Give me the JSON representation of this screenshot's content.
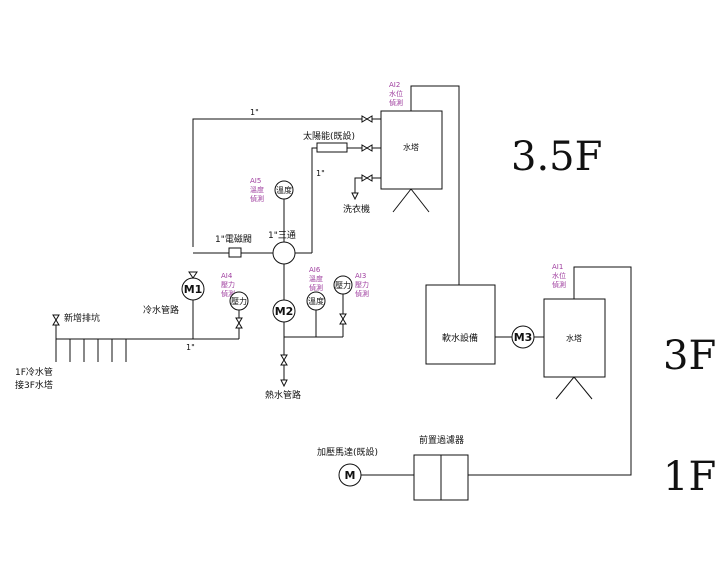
{
  "floors": {
    "f35": "3.5F",
    "f3": "3F",
    "f1": "1F"
  },
  "pipe_sizes": {
    "top_line": "1\"",
    "solar_line": "1\"",
    "bottom_line": "1\""
  },
  "labels": {
    "solar": "太陽能(既設)",
    "tower_top": "水塔",
    "washer": "洗衣機",
    "solenoid": "1\"電磁閥",
    "tee": "1\"三通",
    "cold_pipe": "冷水管路",
    "new_trough": "新增排坑",
    "inlet_line1": "1F冷水管",
    "inlet_line2": "接3F水塔",
    "hot_pipe": "熱水管路",
    "softener": "軟水設備",
    "tower_3f": "水塔",
    "booster": "加壓馬達(既設)",
    "prefilter": "前置過濾器"
  },
  "sensors": {
    "ai2": [
      "AI2",
      "水位",
      "偵測"
    ],
    "ai5": [
      "AI5",
      "溫度",
      "偵測"
    ],
    "ai4": [
      "AI4",
      "壓力",
      "偵測"
    ],
    "ai6": [
      "AI6",
      "溫度",
      "偵測"
    ],
    "ai3": [
      "AI3",
      "壓力",
      "偵測"
    ],
    "ai1": [
      "AI1",
      "水位",
      "偵測"
    ]
  },
  "gauges": {
    "g_ai5": "溫度",
    "g_ai4": "壓力",
    "g_ai6": "溫度",
    "g_ai3": "壓力"
  },
  "motors": {
    "m1": "M1",
    "m2": "M2",
    "m3": "M3",
    "m": "M"
  },
  "colors": {
    "line": "#111111",
    "sensor_label": "#a040a0"
  }
}
